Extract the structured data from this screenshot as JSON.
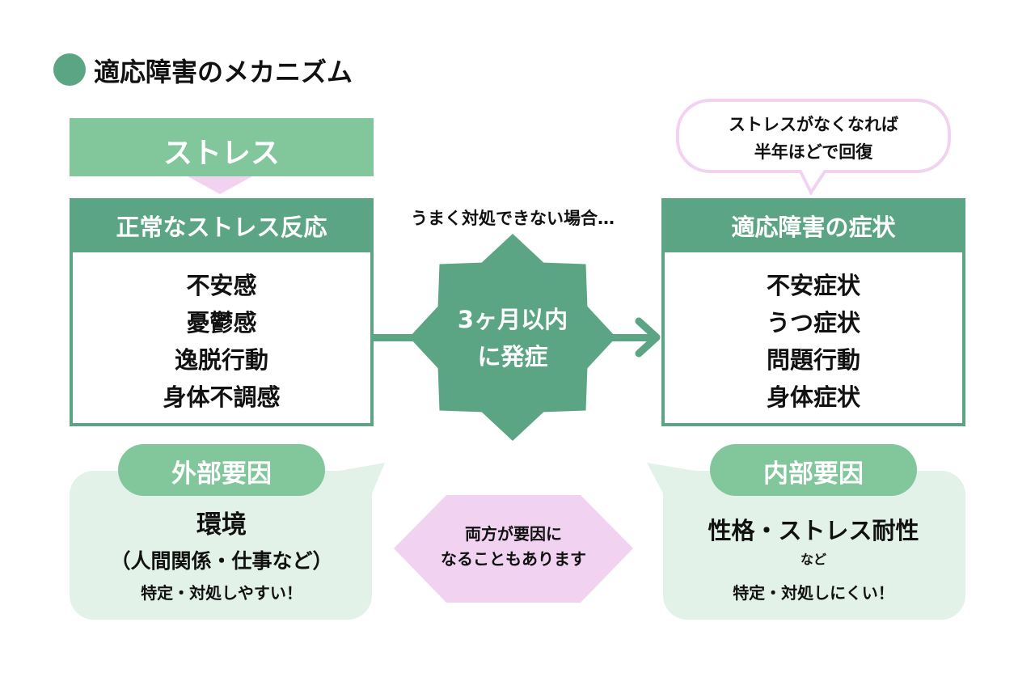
{
  "title": "適応障害のメカニズム",
  "colors": {
    "dark_green": "#5ba585",
    "light_green": "#82c69c",
    "pale_green": "#e3f2e8",
    "pink": "#f1d3f1"
  },
  "stress": "ストレス",
  "normal_reaction": {
    "header": "正常なストレス反応",
    "items": [
      "不安感",
      "憂鬱感",
      "逸脱行動",
      "身体不調感"
    ]
  },
  "condition_text": "うまく対処できない場合…",
  "onset": {
    "line1": "3ヶ月以内",
    "line2": "に発症"
  },
  "symptoms": {
    "header": "適応障害の症状",
    "items": [
      "不安症状",
      "うつ症状",
      "問題行動",
      "身体症状"
    ]
  },
  "recovery_bubble": {
    "line1": "ストレスがなくなれば",
    "line2": "半年ほどで回復"
  },
  "external": {
    "label": "外部要因",
    "main": "環境",
    "sub": "（人間関係・仕事など）",
    "note": "特定・対処しやすい！"
  },
  "internal": {
    "label": "内部要因",
    "main": "性格・ストレス耐性",
    "sub": "など",
    "note": "特定・対処しにくい！"
  },
  "both": {
    "line1": "両方が要因に",
    "line2": "なることもあります"
  }
}
